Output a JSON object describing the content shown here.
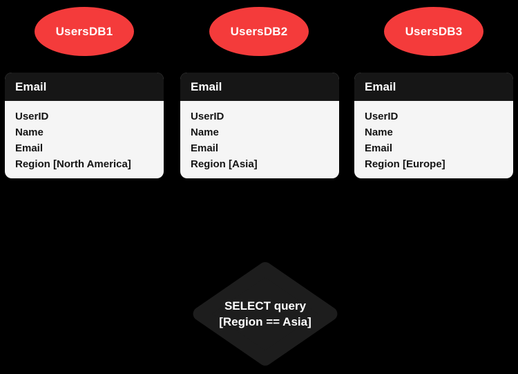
{
  "diagram": {
    "background": "#000000",
    "databases": [
      {
        "name": "UsersDB1",
        "key_header": "Email",
        "fields": [
          "UserID",
          "Name",
          "Email",
          "Region [North America]"
        ]
      },
      {
        "name": "UsersDB2",
        "key_header": "Email",
        "fields": [
          "UserID",
          "Name",
          "Email",
          "Region [Asia]"
        ]
      },
      {
        "name": "UsersDB3",
        "key_header": "Email",
        "fields": [
          "UserID",
          "Name",
          "Email",
          "Region [Europe]"
        ]
      }
    ],
    "query_node": {
      "line1": "SELECT query",
      "line2": "[Region == Asia]"
    },
    "colors": {
      "database_node": "#F43B3B",
      "table_header_bg": "#161616",
      "table_body_bg": "#F5F5F5",
      "query_diamond_bg": "#1D1D1D",
      "light_text": "#FFFFFF",
      "dark_text": "#141414"
    }
  }
}
